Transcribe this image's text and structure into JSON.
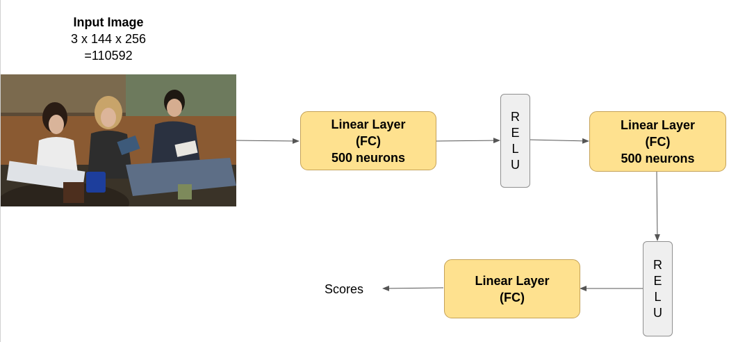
{
  "input": {
    "title": "Input Image",
    "dims": "3 x 144 x 256",
    "total": "=110592"
  },
  "layer1": {
    "line1": "Linear Layer",
    "line2": "(FC)",
    "line3": "500 neurons"
  },
  "relu1": [
    "R",
    "E",
    "L",
    "U"
  ],
  "layer2": {
    "line1": "Linear Layer",
    "line2": "(FC)",
    "line3": "500 neurons"
  },
  "relu2": [
    "R",
    "E",
    "L",
    "U"
  ],
  "layer3": {
    "line1": "Linear Layer",
    "line2": "(FC)"
  },
  "output": {
    "label": "Scores"
  },
  "colors": {
    "layer_fill": "#fee18f",
    "layer_border": "#c4a157",
    "relu_fill": "#efefef",
    "arrow": "#555555"
  }
}
